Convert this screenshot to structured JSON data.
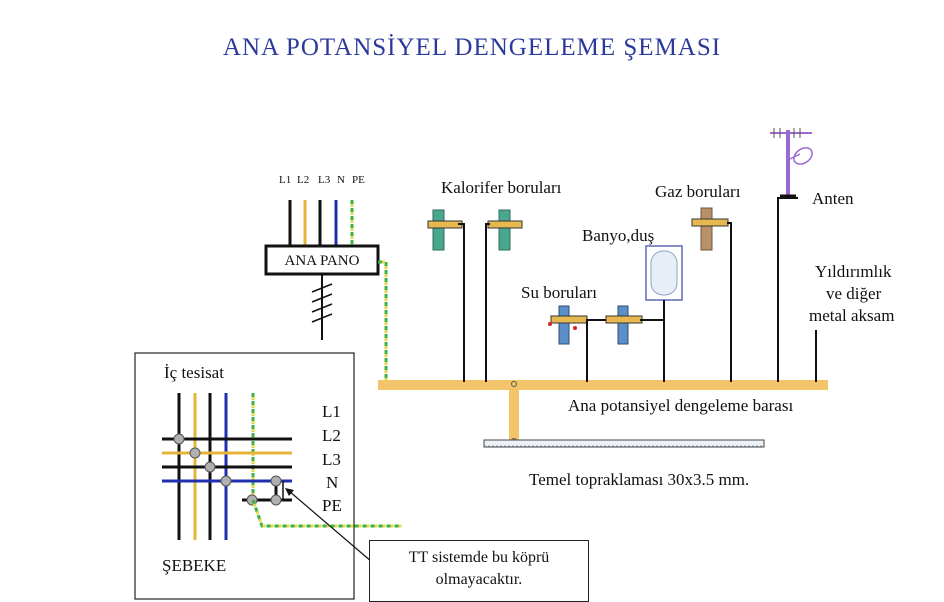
{
  "title": "ANA  POTANSİYEL  DENGELEME  ŞEMASI",
  "colors": {
    "title": "#2b3a9a",
    "bar": "#f2c56b",
    "phase_yellow": "#e4b43a",
    "neutral_blue": "#1f2fb0",
    "pe_green": "#3cb34a",
    "antenna": "#9b6ad1",
    "pipe_teal": "#4aa78f",
    "pipe_blue": "#5a8fc9",
    "pipe_brown": "#b8916a"
  },
  "panel": {
    "phase_labels": [
      "L1",
      "L2",
      "L3",
      "N",
      "PE"
    ],
    "name": "ANA PANO"
  },
  "labels": {
    "kalorifer": "Kalorifer boruları",
    "gaz": "Gaz boruları",
    "anten": "Anten",
    "banyo": "Banyo,duş",
    "su": "Su boruları",
    "yildirimlik": [
      "Yıldırımlık",
      "ve diğer",
      "metal aksam"
    ],
    "bara": "Ana potansiyel dengeleme  barası",
    "temel": "Temel topraklaması 30x3.5 mm."
  },
  "network_box": {
    "title": "İç tesisat",
    "lines": [
      "L1",
      "L2",
      "L3",
      "N",
      "PE"
    ],
    "footer": "ŞEBEKE"
  },
  "note": [
    "TT sistemde bu köprü",
    "olmayacaktır."
  ]
}
